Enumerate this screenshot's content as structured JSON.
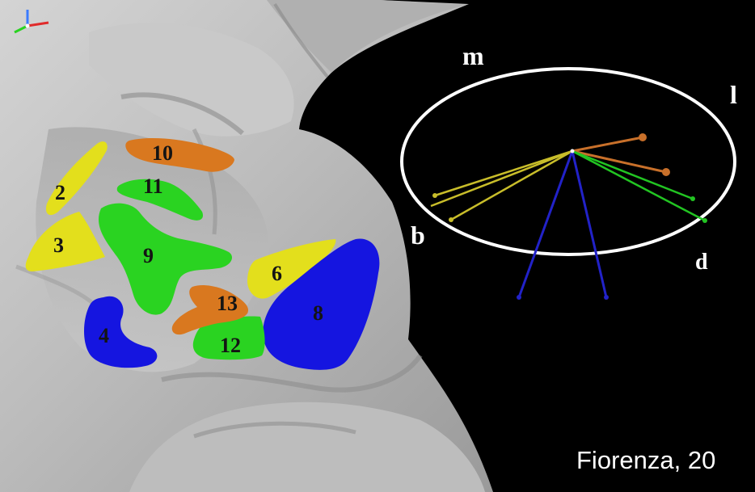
{
  "facets": [
    {
      "id": "facet-2",
      "label": "2",
      "color": "#e3df1c"
    },
    {
      "id": "facet-3",
      "label": "3",
      "color": "#e3df1c"
    },
    {
      "id": "facet-4",
      "label": "4",
      "color": "#1515e0"
    },
    {
      "id": "facet-6",
      "label": "6",
      "color": "#e3df1c"
    },
    {
      "id": "facet-8",
      "label": "8",
      "color": "#1515e0"
    },
    {
      "id": "facet-9",
      "label": "9",
      "color": "#2ad321"
    },
    {
      "id": "facet-10",
      "label": "10",
      "color": "#d9781f"
    },
    {
      "id": "facet-11",
      "label": "11",
      "color": "#2ad321"
    },
    {
      "id": "facet-12",
      "label": "12",
      "color": "#2ad321"
    },
    {
      "id": "facet-13",
      "label": "13",
      "color": "#d9781f"
    }
  ],
  "directions": {
    "m": "m",
    "l": "l",
    "b": "b",
    "d": "d"
  },
  "vector_colors": {
    "orange": "#c8702a",
    "yellow": "#c8bd2a",
    "green": "#22c422",
    "blue": "#2222c8"
  },
  "credit": "Fiorenza, 20"
}
